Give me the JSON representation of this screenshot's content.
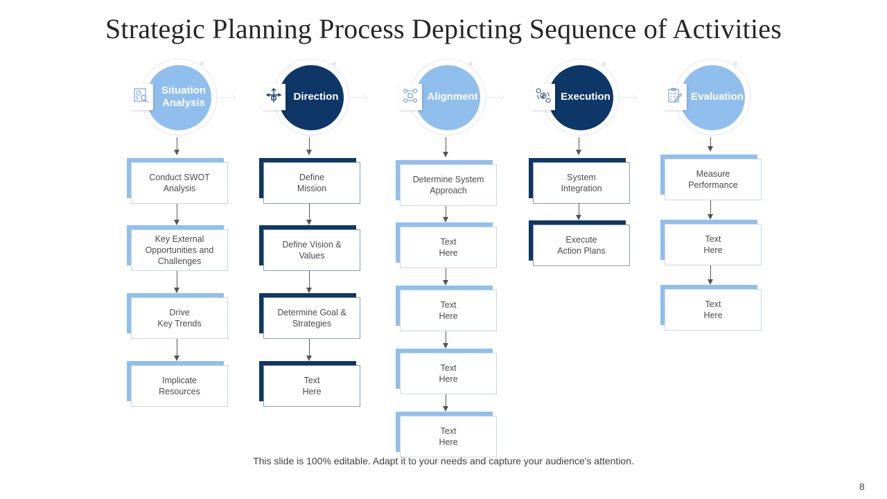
{
  "title": "Strategic Planning Process Depicting Sequence of Activities",
  "colors": {
    "light": "#90bfee",
    "dark": "#0e3667"
  },
  "stages": [
    {
      "label": "Situation\nAnalysis",
      "icon": "analysis-chart-magnifier-icon",
      "theme": "light",
      "steps": [
        "Conduct SWOT\nAnalysis",
        "Key External\nOpportunities and\nChallenges",
        "Drive\nKey Trends",
        "Implicate\nResources"
      ]
    },
    {
      "label": "Direction",
      "icon": "direction-signpost-icon",
      "theme": "dark",
      "steps": [
        "Define\nMission",
        "Define Vision &\nValues",
        "Determine Goal &\nStrategies",
        "Text\nHere"
      ]
    },
    {
      "label": "Alignment",
      "icon": "alignment-network-icon",
      "theme": "light",
      "steps": [
        "Determine System\nApproach",
        "Text\nHere",
        "Text\nHere",
        "Text\nHere",
        "Text\nHere"
      ]
    },
    {
      "label": "Execution",
      "icon": "execution-gears-dollar-icon",
      "theme": "dark",
      "steps": [
        "System\nIntegration",
        "Execute\nAction Plans"
      ]
    },
    {
      "label": "Evaluation",
      "icon": "evaluation-checklist-icon",
      "theme": "light",
      "steps": [
        "Measure\nPerformance",
        "Text\nHere",
        "Text\nHere"
      ]
    }
  ],
  "footer": "This slide is 100% editable. Adapt it to your needs and capture your audience's attention.",
  "page_number": "8"
}
